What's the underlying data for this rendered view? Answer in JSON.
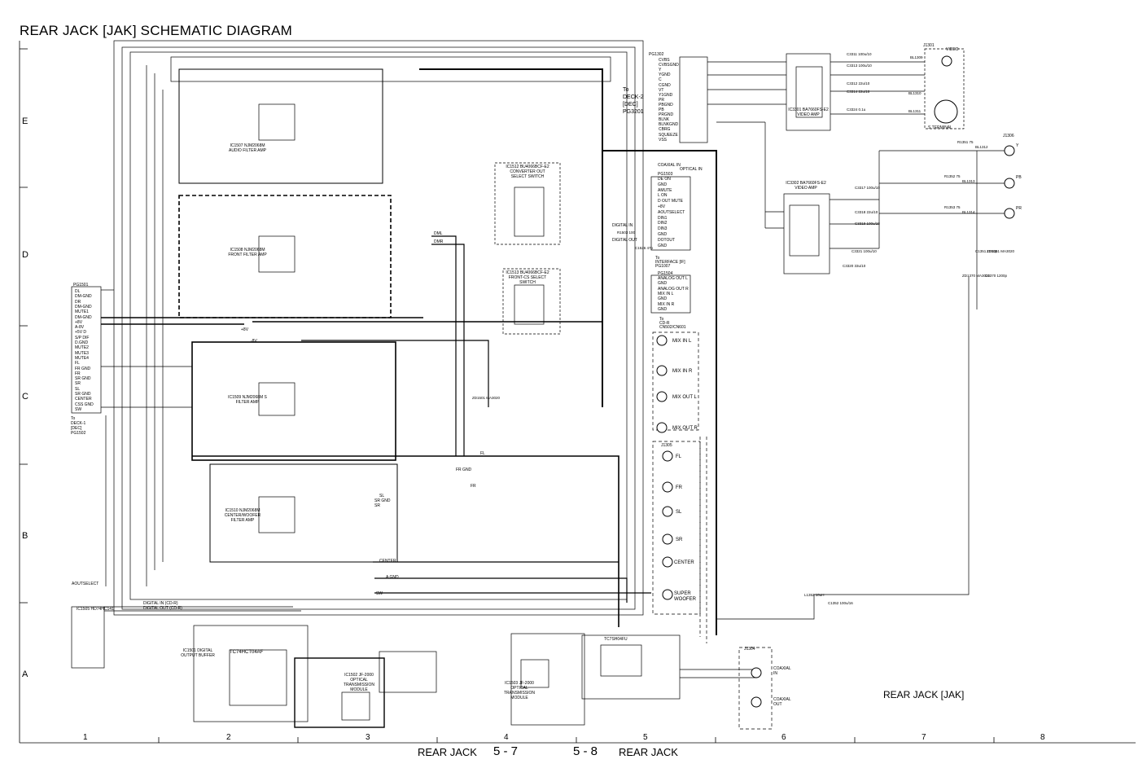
{
  "title": "REAR JACK [JAK] SCHEMATIC DIAGRAM",
  "subtitle": "REAR JACK [JAK]",
  "footer": {
    "left_label": "REAR JACK",
    "left_page": "5 - 7",
    "right_page": "5 - 8",
    "right_label": "REAR JACK"
  },
  "grid": {
    "rows": [
      "E",
      "D",
      "C",
      "B",
      "A"
    ],
    "cols": [
      "1",
      "2",
      "3",
      "4",
      "5",
      "6",
      "7",
      "8"
    ]
  },
  "ic_labels": {
    "ic1507": "IC1507 NJM2068M AUDIO FILTER AMP",
    "ic1508": "IC1508 NJM2068M FRONT FILTER AMP",
    "ic1509": "IC1509 NJM2068M S FILTER AMP",
    "ic1510": "IC1510 NJM2068M CENTER/WOOFER FILTER AMP",
    "ic1512": "IC1512 BU4066BCF-E2 CONVERTER OUT SELECT SWITCH",
    "ic1513": "IC1513 BU4066BCF-E2 FRONT-CS SELECT SWITCH",
    "ic1501": "IC1501 DIGITAL OUTPUT BUFFER",
    "ic1502": "IC1502 JF-2000 OPTICAL TRANSMISSION MODULE",
    "ic1503": "IC1503 JF-2000 OPTICAL TRANSMISSION MODULE",
    "ic3301": "IC3301 BA7660FS-E2 VIDEO AMP",
    "ic3302": "IC3302 BA7660FS-E2 VIDEO AMP",
    "ic1505": "IC1505 HD74HC141",
    "tc74hct": "TC74HCT04AF",
    "tc7s04": "TC7SH04FU"
  },
  "connectors": {
    "pg1501": {
      "name": "PG1501",
      "note": "To DECK-1 [DEC] PG1502",
      "pins": [
        "DL",
        "DM-GND",
        "DR",
        "DM-GND",
        "MUTE1",
        "DM-GND",
        "+8V",
        "A-8V",
        "+5V D",
        "S/P DIF",
        "D.GND",
        "MUTE2",
        "MUTE3",
        "MUTE4",
        "FL",
        "FR GND",
        "FR",
        "SR GND",
        "SR",
        "SL",
        "SR GND",
        "CENTER",
        "CSS GND",
        "SW"
      ]
    },
    "pg1302": {
      "name": "PG1302",
      "note": "To DECK-2 [DEC] PG3201",
      "pins": [
        "CVBS",
        "CVBSGND",
        "Y",
        "YGND",
        "C",
        "CGND",
        "VT",
        "Y1GND",
        "PR",
        "PBGND",
        "PB",
        "PRGND",
        "BLNK",
        "BLNKGND",
        "CBRG",
        "SQUEEZE",
        "VSS"
      ]
    },
    "pg1503": {
      "name": "PG1503",
      "header": "COAXIAL IN    OPTICAL IN",
      "note": "To INTERFACE [IF] PG1007",
      "pins": [
        "DE ON",
        "GND",
        "AMUTE",
        "L ON",
        "D OUT MUTE",
        "+8V",
        "AOUTSELECT",
        "DIN1",
        "DIN2",
        "DIN3",
        "GND",
        "DOTOUT",
        "GND"
      ]
    },
    "pg1504": {
      "name": "PG1504",
      "note": "To CD-R CN502/CN601",
      "pins": [
        "ANALOG OUT L",
        "GND",
        "ANALOG OUT R",
        "MIX IN L",
        "GND",
        "MIX IN R",
        "GND"
      ]
    },
    "j1305_labels": [
      "MIX IN L",
      "MIX IN R",
      "MIX OUT L",
      "MIX OUT R"
    ],
    "j1305": "J1305",
    "j1301": "J1301",
    "j1306": "J1306",
    "j1304": "J1304",
    "speaker_outputs": [
      "FL",
      "FR",
      "SL",
      "SR",
      "CENTER",
      "SUPER WOOFER"
    ],
    "component_outputs": [
      "Y",
      "PB",
      "PR"
    ],
    "video_labels": [
      "VIDEO",
      "S TERMINAL"
    ],
    "coaxial": [
      "COAXIAL IN",
      "COAXIAL OUT"
    ]
  },
  "signal_labels": [
    "+8V",
    "-8V",
    "DML",
    "DMR",
    "FL",
    "FR GND",
    "FR",
    "SL",
    "SR GND",
    "SR",
    "CENTER",
    "A GND",
    "SW",
    "DIGITAL IN (CD-R)",
    "DIGITAL OUT (CD-R)",
    "AOUTSELECT",
    "D OUT MUTE",
    "DIGITAL IN",
    "DIGITAL OUT",
    "CVBS",
    "GND",
    "YGND",
    "CGND"
  ],
  "parts": [
    "R1351 75",
    "R1352 75",
    "R1353 75",
    "BL1312",
    "BL1313",
    "BL1314",
    "BL1309",
    "BL1310",
    "BL1311",
    "C1351 1000p",
    "C1370 1200p",
    "ZD1351 MA3020",
    "ZD1370 MA3020",
    "L1352 10uH",
    "C1352 100u/16",
    "C3317 100u/10",
    "C3318 22u/10",
    "C3319 100u/10",
    "C3320 33u/10",
    "C3321 100u/10",
    "C3311 100u/10",
    "C3312 22u/10",
    "C3313 100u/10",
    "C3314 22u/10",
    "C3324 0.1u",
    "C1526 47p",
    "R1503 100",
    "ZD1501 MA3020"
  ]
}
